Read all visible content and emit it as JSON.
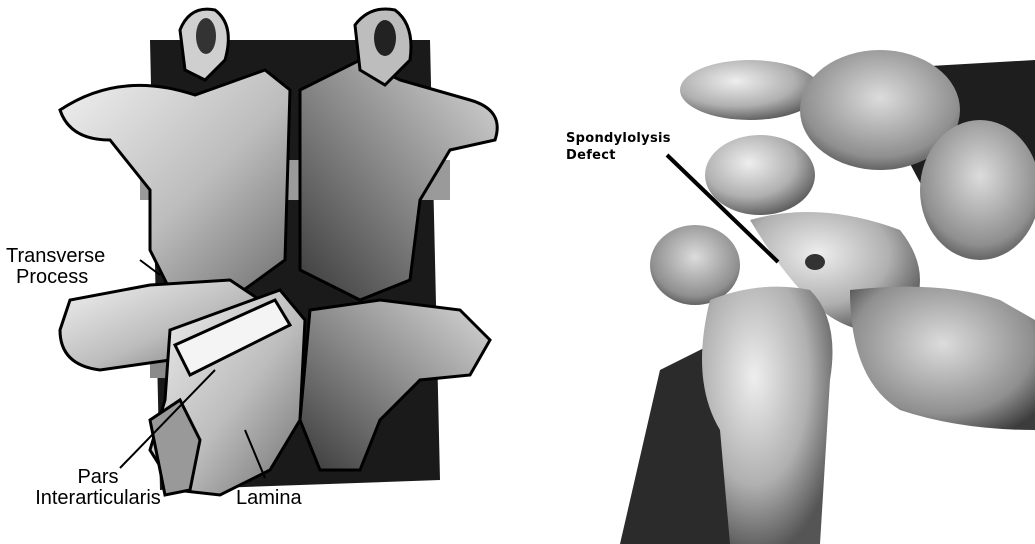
{
  "left_figure": {
    "labels": {
      "transverse_process_line1": "Transverse",
      "transverse_process_line2": "Process",
      "pars_line1": "Pars",
      "pars_line2": "Interarticularis",
      "lamina": "Lamina"
    }
  },
  "right_figure": {
    "labels": {
      "defect_line1": "Spondylolysis",
      "defect_line2": "Defect"
    }
  }
}
